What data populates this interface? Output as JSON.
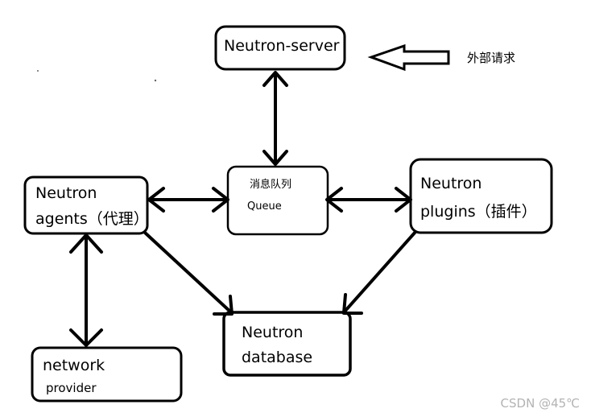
{
  "nodes": {
    "server": {
      "label": "Neutron-server"
    },
    "queue": {
      "line1": "消息队列",
      "line2": "Queue"
    },
    "agents": {
      "line1": "Neutron",
      "line2": "agents（代理）"
    },
    "plugins": {
      "line1": "Neutron",
      "line2": "plugins（插件）"
    },
    "database": {
      "line1": "Neutron",
      "line2": "database"
    },
    "provider": {
      "line1": "network",
      "line2": "provider"
    }
  },
  "external": {
    "label": "外部请求"
  },
  "watermark": "CSDN @45℃",
  "edges": [
    {
      "from": "server",
      "to": "queue",
      "type": "bidirectional"
    },
    {
      "from": "agents",
      "to": "queue",
      "type": "bidirectional"
    },
    {
      "from": "queue",
      "to": "plugins",
      "type": "bidirectional"
    },
    {
      "from": "agents",
      "to": "provider",
      "type": "bidirectional"
    },
    {
      "from": "agents",
      "to": "database",
      "type": "directed"
    },
    {
      "from": "plugins",
      "to": "database",
      "type": "directed"
    },
    {
      "from": "external",
      "to": "server",
      "type": "hollow-arrow"
    }
  ]
}
